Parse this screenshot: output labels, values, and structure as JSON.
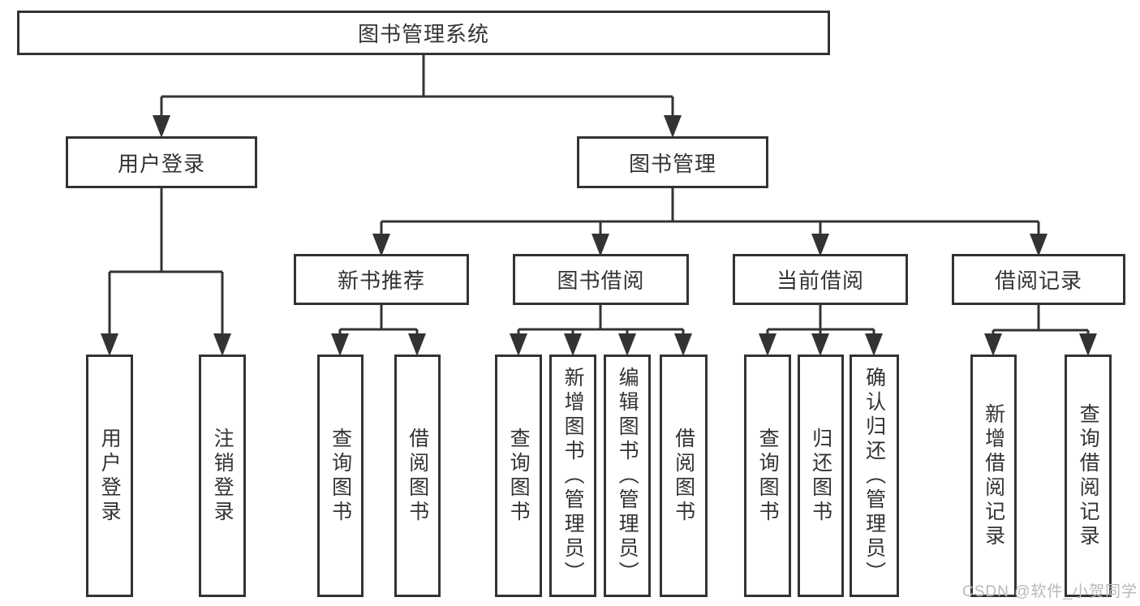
{
  "diagram": {
    "root": {
      "label": "图书管理系统",
      "children": [
        {
          "label": "用户登录",
          "children": [
            {
              "label": "用户登录"
            },
            {
              "label": "注销登录"
            }
          ]
        },
        {
          "label": "图书管理",
          "children": [
            {
              "label": "新书推荐",
              "children": [
                {
                  "label": "查询图书"
                },
                {
                  "label": "借阅图书"
                }
              ]
            },
            {
              "label": "图书借阅",
              "children": [
                {
                  "label": "查询图书"
                },
                {
                  "label": "新增图书（管理员）"
                },
                {
                  "label": "编辑图书（管理员）"
                },
                {
                  "label": "借阅图书"
                }
              ]
            },
            {
              "label": "当前借阅",
              "children": [
                {
                  "label": "查询图书"
                },
                {
                  "label": "归还图书"
                },
                {
                  "label": "确认归还（管理员）"
                }
              ]
            },
            {
              "label": "借阅记录",
              "children": [
                {
                  "label": "新增借阅记录"
                },
                {
                  "label": "查询借阅记录"
                }
              ]
            }
          ]
        }
      ]
    },
    "watermark": {
      "text": "CSDN @软件_小贺同学"
    },
    "colors": {
      "line": "#333333",
      "text": "#333333",
      "box_bg": "#ffffff",
      "page_bg": "#ffffff",
      "watermark": "#b8b8b8"
    }
  }
}
